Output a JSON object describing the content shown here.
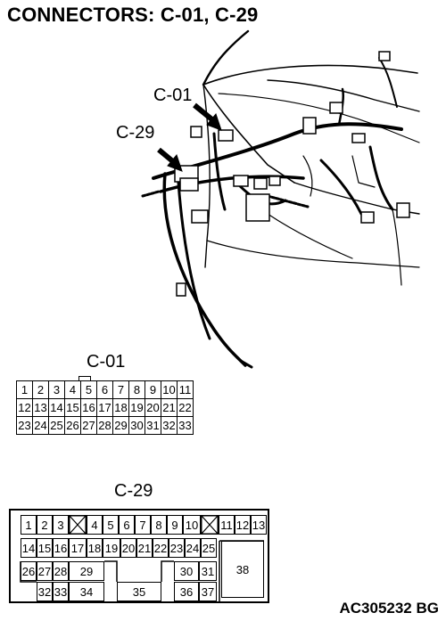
{
  "title": "CONNECTORS: C-01, C-29",
  "callouts": {
    "c01": "C-01",
    "c29": "C-29"
  },
  "connector_c01": {
    "label": "C-01",
    "rows": [
      [
        "1",
        "2",
        "3",
        "4",
        "5",
        "6",
        "7",
        "8",
        "9",
        "10",
        "11"
      ],
      [
        "12",
        "13",
        "14",
        "15",
        "16",
        "17",
        "18",
        "19",
        "20",
        "21",
        "22"
      ],
      [
        "23",
        "24",
        "25",
        "26",
        "27",
        "28",
        "29",
        "30",
        "31",
        "32",
        "33"
      ]
    ]
  },
  "connector_c29": {
    "label": "C-29",
    "pins": {
      "p1": "1",
      "p2": "2",
      "p3": "3",
      "p4": "4",
      "p5": "5",
      "p6": "6",
      "p7": "7",
      "p8": "8",
      "p9": "9",
      "p10": "10",
      "p11": "11",
      "p12": "12",
      "p13": "13",
      "p14": "14",
      "p15": "15",
      "p16": "16",
      "p17": "17",
      "p18": "18",
      "p19": "19",
      "p20": "20",
      "p21": "21",
      "p22": "22",
      "p23": "23",
      "p24": "24",
      "p25": "25",
      "p26": "26",
      "p27": "27",
      "p28": "28",
      "p29": "29",
      "p30": "30",
      "p31": "31",
      "p32": "32",
      "p33": "33",
      "p34": "34",
      "p35": "35",
      "p36": "36",
      "p37": "37",
      "p38": "38"
    }
  },
  "figure_ref": "AC305232 BG"
}
